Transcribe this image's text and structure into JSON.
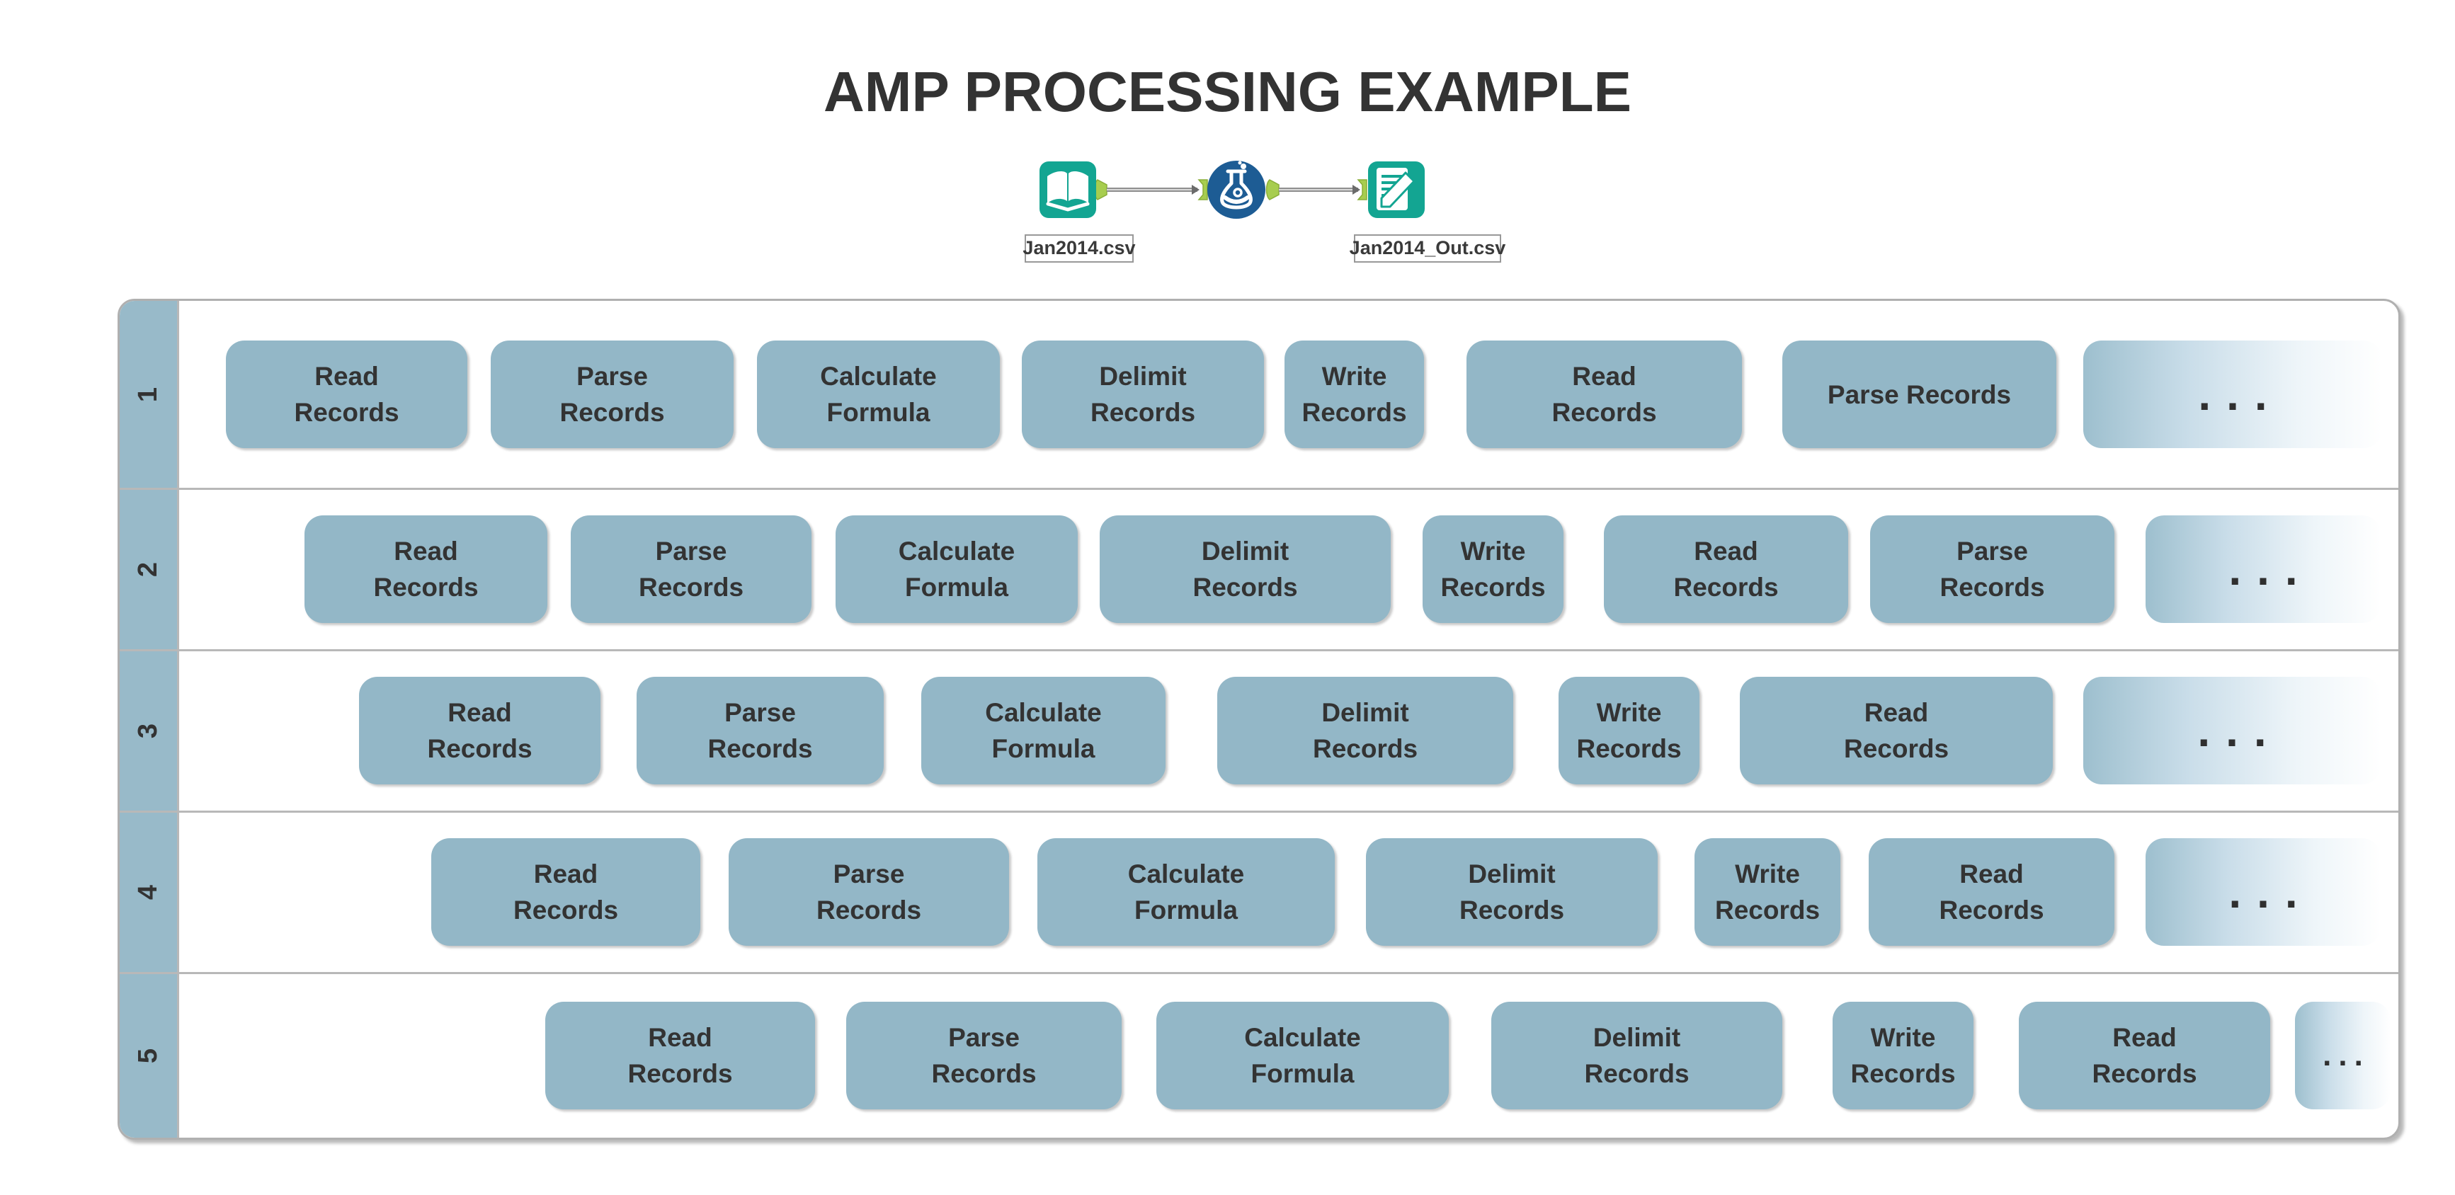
{
  "title": "AMP PROCESSING EXAMPLE",
  "workflow": {
    "input_tool": "input-data",
    "formula_tool": "formula",
    "output_tool": "output-data",
    "input_label": "Jan2014.csv",
    "output_label": "Jan2014_Out.csv"
  },
  "colors": {
    "block_fill": "#93b7c7",
    "lane_band_fill": "#98bac9",
    "block_text": "#333333",
    "lane_border": "#b8b8b8",
    "tool_teal": "#13a592",
    "tool_blue": "#1d5c94",
    "connector_green": "#a7cd4f",
    "connector_gray": "#8f8f8f"
  },
  "lanes": [
    {
      "label": "1",
      "blocks": [
        "Read\nRecords",
        "Parse\nRecords",
        "Calculate\nFormula",
        "Delimit\nRecords",
        "Write\nRecords",
        "Read\nRecords",
        "Parse Records"
      ],
      "ellipsis": "..."
    },
    {
      "label": "2",
      "blocks": [
        "Read\nRecords",
        "Parse\nRecords",
        "Calculate\nFormula",
        "Delimit\nRecords",
        "Write\nRecords",
        "Read\nRecords",
        "Parse\nRecords"
      ],
      "ellipsis": "..."
    },
    {
      "label": "3",
      "blocks": [
        "Read\nRecords",
        "Parse\nRecords",
        "Calculate\nFormula",
        "Delimit\nRecords",
        "Write\nRecords",
        "Read\nRecords"
      ],
      "ellipsis": "..."
    },
    {
      "label": "4",
      "blocks": [
        "Read\nRecords",
        "Parse\nRecords",
        "Calculate\nFormula",
        "Delimit\nRecords",
        "Write\nRecords",
        "Read\nRecords"
      ],
      "ellipsis": "..."
    },
    {
      "label": "5",
      "blocks": [
        "Read\nRecords",
        "Parse\nRecords",
        "Calculate\nFormula",
        "Delimit\nRecords",
        "Write\nRecords",
        "Read\nRecords"
      ],
      "ellipsis": "..."
    }
  ]
}
